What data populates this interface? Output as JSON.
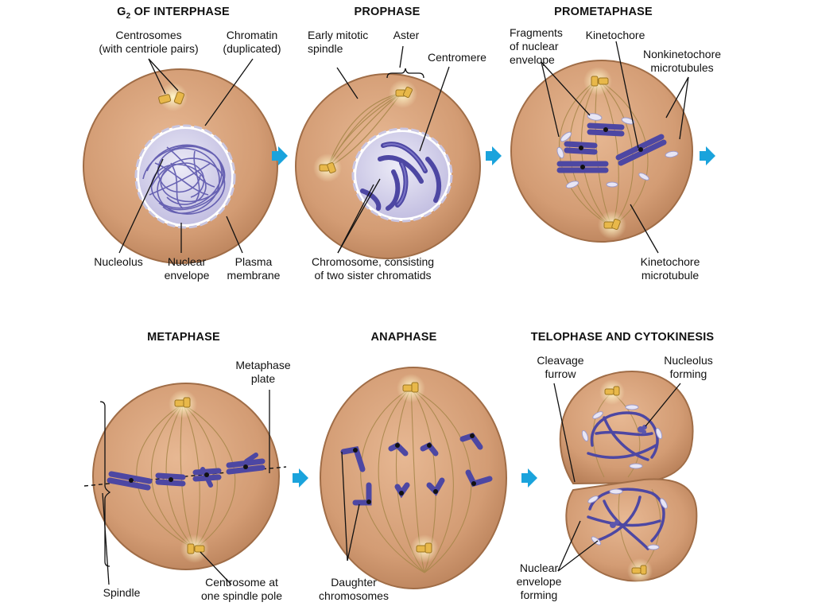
{
  "phases": [
    {
      "id": "g2",
      "title_main": "G",
      "title_sub": "2",
      "title_rest": " OF INTERPHASE"
    },
    {
      "id": "prophase",
      "title": "PROPHASE"
    },
    {
      "id": "prometaphase",
      "title": "PROMETAPHASE"
    },
    {
      "id": "metaphase",
      "title": "METAPHASE"
    },
    {
      "id": "anaphase",
      "title": "ANAPHASE"
    },
    {
      "id": "telophase",
      "title": "TELOPHASE AND CYTOKINESIS"
    }
  ],
  "labels": {
    "centrosomes": "Centrosomes\n(with centriole pairs)",
    "chromatin": "Chromatin\n(duplicated)",
    "nucleolus": "Nucleolus",
    "nuclear_envelope": "Nuclear\nenvelope",
    "plasma_membrane": "Plasma\nmembrane",
    "early_spindle": "Early mitotic\nspindle",
    "aster": "Aster",
    "centromere": "Centromere",
    "chromosome": "Chromosome, consisting\nof two sister chromatids",
    "fragments": "Fragments\nof nuclear\nenvelope",
    "kinetochore": "Kinetochore",
    "nonkinetochore": "Nonkinetochore\nmicrotubules",
    "kinetochore_mt": "Kinetochore\nmicrotubule",
    "metaphase_plate": "Metaphase\nplate",
    "spindle": "Spindle",
    "centrosome_pole": "Centrosome at\none spindle pole",
    "daughter": "Daughter\nchromosomes",
    "cleavage": "Cleavage\nfurrow",
    "nucleolus_forming": "Nucleolus\nforming",
    "nuclear_env_forming": "Nuclear\nenvelope\nforming"
  },
  "colors": {
    "cell_fill": "#d6a079",
    "cell_edge": "#b07a52",
    "nucleus": "#d4d0ec",
    "chromosome": "#6a63b8",
    "centrosome": "#e8b84a",
    "fiber": "#a9884c",
    "arrow": "#1aa3dc"
  }
}
